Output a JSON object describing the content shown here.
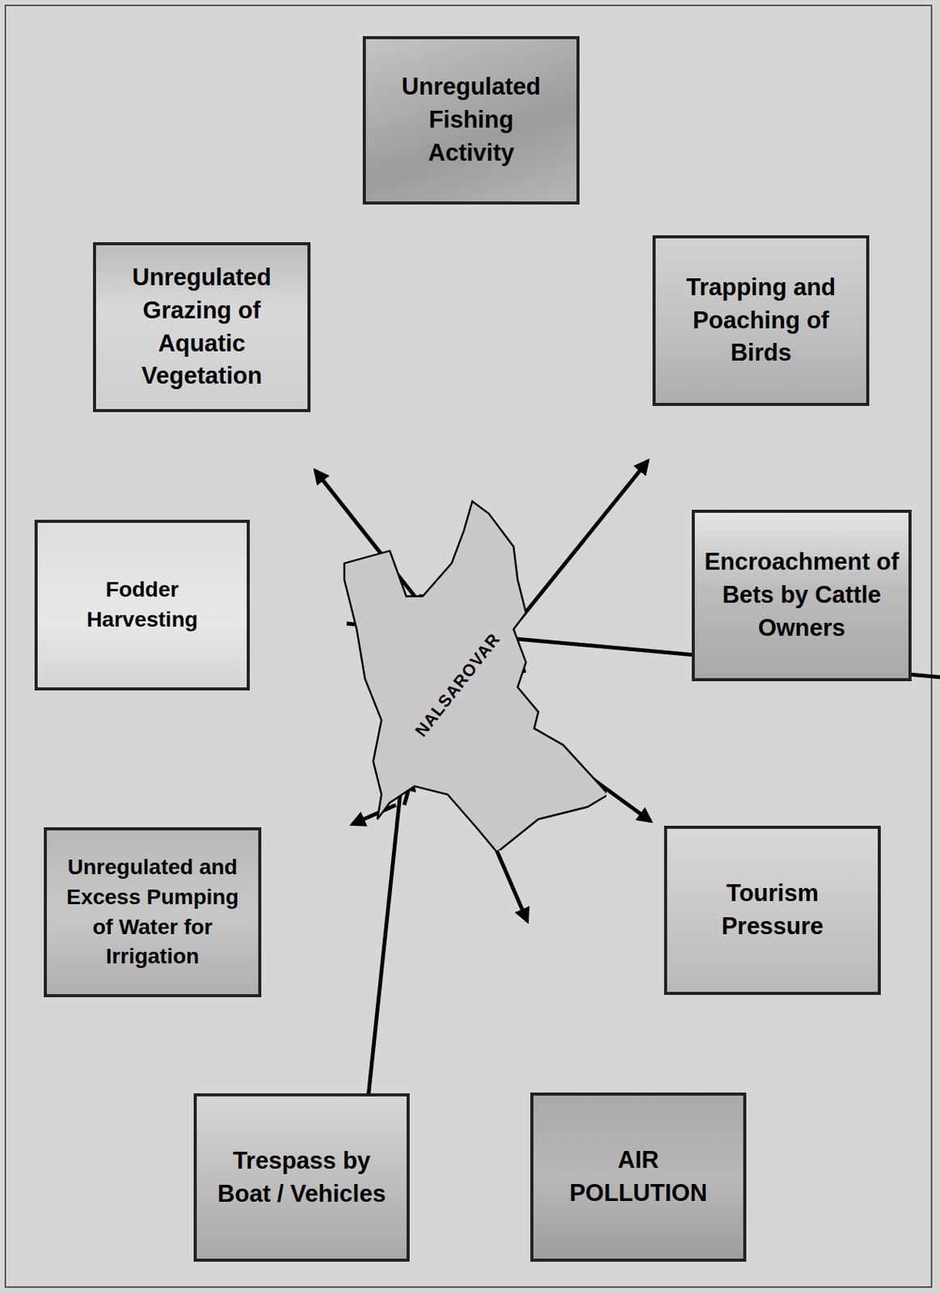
{
  "diagram": {
    "nodes": [
      {
        "text": [
          "Unregulated Fishing Activity"
        ]
      },
      {
        "text": [
          "Unregulated Grazing of Aquatic Vegetation"
        ]
      },
      {
        "text": [
          "Trapping and Poaching of Birds"
        ]
      },
      {
        "text": [
          "Fodder Harvesting"
        ]
      },
      {
        "text": [
          "Encroachment of Bets by Cattle Owners"
        ]
      },
      {
        "text": [
          "NALSAROVAR"
        ]
      },
      {
        "text": [
          "Unregulated and Excess Pumping of Water for Irrigation"
        ]
      },
      {
        "text": [
          "Tourism Pressure"
        ]
      },
      {
        "text": [
          "Trespass by Boat / Vehicles"
        ]
      },
      {
        "text": [
          "AIR POLLUTION"
        ]
      }
    ],
    "edges": [
      {
        "from": 5,
        "to": 0,
        "arrow": "to"
      },
      {
        "from": 5,
        "to": 1,
        "arrow": "to"
      },
      {
        "from": 5,
        "to": 2,
        "arrow": "to"
      },
      {
        "from": 5,
        "to": 3,
        "arrow": "to"
      },
      {
        "from": 5,
        "to": 4,
        "arrow": "to"
      },
      {
        "from": 5,
        "to": 7,
        "arrow": "to"
      },
      {
        "from": 5,
        "to": 6,
        "arrow": "to"
      },
      {
        "from": 5,
        "to": 8,
        "arrow": "to"
      },
      {
        "from": 5,
        "to": 9,
        "arrow": "to"
      }
    ]
  }
}
